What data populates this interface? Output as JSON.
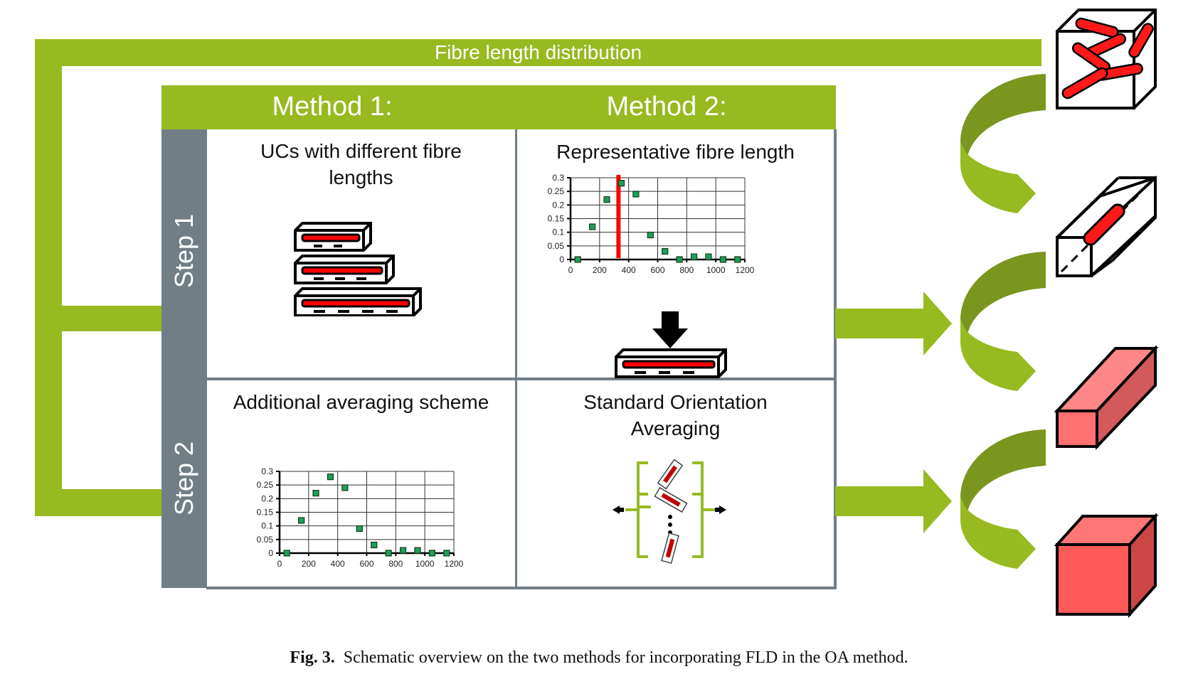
{
  "figure": {
    "top_bar_label": "Fibre length distribution",
    "methods": [
      {
        "label": "Method 1:"
      },
      {
        "label": "Method 2:"
      }
    ],
    "steps": [
      {
        "label": "Step 1"
      },
      {
        "label": "Step 2"
      }
    ],
    "cells": {
      "m1_s1": {
        "title_line1": "UCs with different fibre",
        "title_line2": "lengths"
      },
      "m2_s1": {
        "title_line1": "Representative fibre length"
      },
      "m1_s2": {
        "title_line1": "Additional averaging scheme"
      },
      "m2_s2": {
        "title_line1": "Standard Orientation",
        "title_line2": "Averaging"
      }
    },
    "caption": {
      "label": "Fig. 3.",
      "text": "Schematic overview on the two methods for incorporating FLD in the OA method."
    },
    "colors": {
      "green": "#97ba21",
      "dark_green": "#7a961f",
      "grey": "#727e86",
      "fibre_red": "#ff0000",
      "marker_green": "#1aa05a",
      "cube_red": "#ff5a5a"
    },
    "icons": {
      "uc_boxes": "unit-cell-with-fibre-icon",
      "arrow_down": "arrow-down-icon",
      "orientation_averaging": "orientation-averaging-icon",
      "curved_arrow": "curved-arrow-icon",
      "fibre_cluster_box": "random-fibre-cube-icon",
      "single_fibre_box": "single-fibre-cube-icon",
      "homogenized_bar": "homogenized-bar-icon",
      "homogenized_cube": "homogenized-cube-icon"
    }
  },
  "chart_data": [
    {
      "id": "method2-step1",
      "type": "scatter",
      "title": "",
      "xlabel": "",
      "ylabel": "",
      "x": [
        50,
        150,
        250,
        350,
        450,
        550,
        650,
        750,
        850,
        950,
        1050,
        1150
      ],
      "y": [
        0,
        0.12,
        0.22,
        0.28,
        0.24,
        0.09,
        0.03,
        0,
        0.01,
        0.01,
        0,
        0
      ],
      "xlim": [
        0,
        1200
      ],
      "ylim": [
        0,
        0.3
      ],
      "xticks": [
        "0",
        "200",
        "400",
        "600",
        "800",
        "1000",
        "1200"
      ],
      "yticks": [
        "0",
        "0.05",
        "0.1",
        "0.15",
        "0.2",
        "0.25",
        "0.3"
      ],
      "grid": true,
      "annotation": {
        "type": "vertical-line",
        "x": 330,
        "color": "#ff0000",
        "meaning": "representative fibre length"
      }
    },
    {
      "id": "method1-step2",
      "type": "scatter",
      "title": "",
      "xlabel": "",
      "ylabel": "",
      "x": [
        50,
        150,
        250,
        350,
        450,
        550,
        650,
        750,
        850,
        950,
        1050,
        1150
      ],
      "y": [
        0,
        0.12,
        0.22,
        0.28,
        0.24,
        0.09,
        0.03,
        0,
        0.01,
        0.01,
        0,
        0
      ],
      "xlim": [
        0,
        1200
      ],
      "ylim": [
        0,
        0.3
      ],
      "xticks": [
        "0",
        "200",
        "400",
        "600",
        "800",
        "1000",
        "1200"
      ],
      "yticks": [
        "0",
        "0.05",
        "0.1",
        "0.15",
        "0.2",
        "0.25",
        "0.3"
      ],
      "grid": true
    }
  ]
}
